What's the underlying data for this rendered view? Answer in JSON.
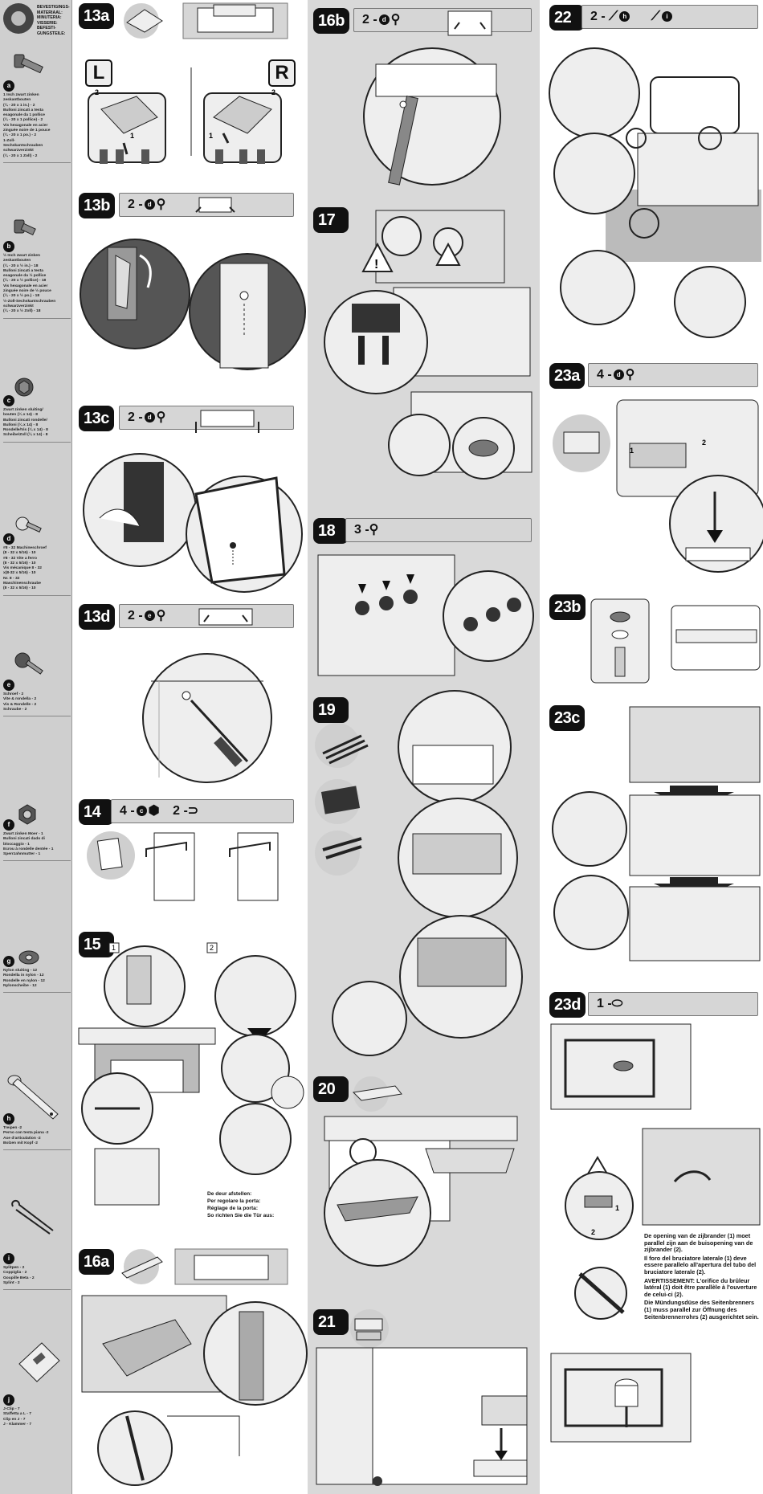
{
  "hardware": {
    "header_lines": [
      "BEVESTIGINGS-",
      "MATERIAAL:",
      "MINUTERIA:",
      "VISSERIE:",
      "BEFESTI-",
      "GUNGSTEILE:"
    ],
    "items": [
      {
        "letter": "a",
        "icon": "hex-bolt-icon",
        "lines": [
          "1 Inch zwart zinken",
          "zeskantbouten",
          "(¼ - 20 x 1 in.) - 2",
          "Bulloni zincati a testa",
          "esagonale da 1 pollice",
          "(¼ - 20 x 1 pollice) - 2",
          "Vis hexagonale en acier",
          "zinguée noire de 1 pouce",
          "(¼ - 20 x 1 po.) - 2",
          "1-Zoll-",
          "Sechskantschrauben",
          "schwarzverzinkt",
          "(¼ - 20 x 1 Zoll) - 2"
        ]
      },
      {
        "letter": "b",
        "icon": "short-bolt-icon",
        "lines": [
          "½ Inch zwart zinken",
          "zeskantbouten",
          "(¼ - 20 x ½ in.) - 18",
          "Bulloni zincati a testa",
          "esagonale da ½ pollice",
          "(¼ - 20 x ½ pollice) - 18",
          "Vis hexagonale en acier",
          "zinguée noire de ½ pouce",
          "(¼ - 20 x ½ po.) - 18",
          "½-Zoll-Sechskantschrauben",
          "schwarzverzinkt",
          "(¼ - 20 x ½ Zoll) - 18"
        ]
      },
      {
        "letter": "c",
        "icon": "washer-bolt-icon",
        "lines": [
          "Zwart zinken sluiting/",
          "bouten (¼ x 14) - 8",
          "Bulloni zincati rondelle/",
          "Bulloni (¼ x 14) - 8",
          "Rondelle/Vis (¼ x 14) - 8",
          "Scheibe/Zoll (¼ x 14) - 8"
        ]
      },
      {
        "letter": "d",
        "icon": "machine-screw-icon",
        "lines": [
          "#8 - 32 Machineschroef",
          "(8 - 32 x 5/16) - 10",
          "#8 - 32 Vite a ferro",
          "(8 - 32 x 5/16) - 10",
          "Vis mécanique 8 - 32",
          "x(8-32 x 5/16) - 10",
          "Nr. 8 - 32",
          "Maschinenschraube",
          "(8 - 32 x 5/16) - 10"
        ]
      },
      {
        "letter": "e",
        "icon": "screw-icon",
        "lines": [
          "Schroef - 2",
          "Vite & rondella - 2",
          "Vis & Rondelle - 2",
          "Schraube - 2"
        ]
      },
      {
        "letter": "f",
        "icon": "keps-nut-icon",
        "lines": [
          "Zwart zinken Moer - 1",
          "Bulloni zincati dado di",
          "bloccaggio - 1",
          "Ecrou à rondelle dentée - 1",
          "Sperrzahnmutter - 1"
        ]
      },
      {
        "letter": "g",
        "icon": "nylon-washer-icon",
        "lines": [
          "Nylon sluiting - 12",
          "Rondella in nylon - 12",
          "Rondelle en nylon - 12",
          "Nylonscheibe - 12"
        ]
      },
      {
        "letter": "h",
        "icon": "hinge-pin-icon",
        "lines": [
          "Treipen -2",
          "Perno con testa piana -2",
          "Axe d'articulation -2",
          "Bolzen mit Kopf -2"
        ]
      },
      {
        "letter": "i",
        "icon": "cotter-pin-icon",
        "lines": [
          "Splitpen - 2",
          "Coppiglia - 2",
          "Goupille Beta - 2",
          "Splint - 2"
        ]
      },
      {
        "letter": "j",
        "icon": "j-clip-icon",
        "lines": [
          "J-Clip - 7",
          "Staffetta a L - 7",
          "Clip en J - 7",
          "J - Klammer - 7"
        ]
      }
    ]
  },
  "steps": {
    "s13a": {
      "label": "13a",
      "left": "L",
      "right": "R",
      "n1": "1",
      "n2": "2"
    },
    "s13b": {
      "label": "13b",
      "qty": "2 -",
      "part": "d"
    },
    "s13c": {
      "label": "13c",
      "qty": "2 -",
      "part": "d"
    },
    "s13d": {
      "label": "13d",
      "qty": "2 -",
      "part": "e"
    },
    "s14": {
      "label": "14",
      "qty1": "4 -",
      "part1": "c",
      "qty2": "2 -"
    },
    "s15": {
      "label": "15",
      "n1": "1",
      "n2": "2",
      "notes": [
        "De deur afstellen:",
        "Per regolare la porta:",
        "Réglage de la porta:",
        "So richten Sie die Tür aus:"
      ]
    },
    "s16a": {
      "label": "16a"
    },
    "s16b": {
      "label": "16b",
      "qty": "2 -",
      "part": "d"
    },
    "s17": {
      "label": "17"
    },
    "s18": {
      "label": "18",
      "qty": "3 -"
    },
    "s19": {
      "label": "19"
    },
    "s20": {
      "label": "20"
    },
    "s21": {
      "label": "21"
    },
    "s22": {
      "label": "22",
      "qty": "2 -",
      "part1": "h",
      "part2": "i"
    },
    "s23a": {
      "label": "23a",
      "qty": "4 -",
      "part": "d",
      "n1": "1",
      "n2": "2"
    },
    "s23b": {
      "label": "23b"
    },
    "s23c": {
      "label": "23c"
    },
    "s23d": {
      "label": "23d",
      "qty": "1 -",
      "n1": "1",
      "n2": "2",
      "warnings": [
        "De opening van de zijbrander (1) moet parallel zijn aan de buisopening van de zijbrander (2).",
        "Il foro del bruciatore laterale (1) deve essere parallelo all'apertura del tubo del bruciatore laterale (2).",
        "AVERTISSEMENT: L'orifice du brûleur latéral (1) doit être parallèle à l'ouverture de celui-ci (2).",
        "Die Mündungsdüse des Seitenbrenners (1) muss parallel zur Öffnung des Seitenbrennerrohrs (2) ausgerichtet sein."
      ]
    }
  }
}
